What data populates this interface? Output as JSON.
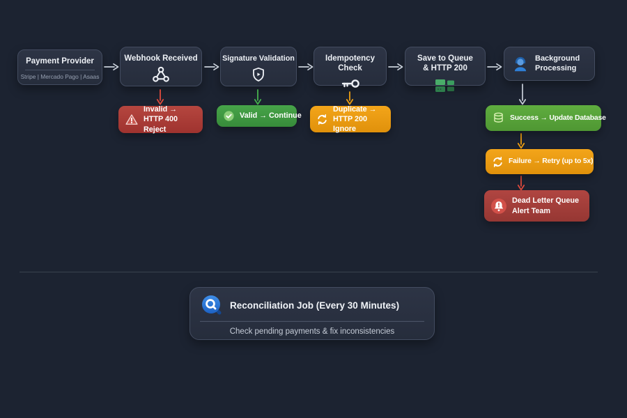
{
  "flow": {
    "nodes": [
      {
        "title": "Payment Provider",
        "subtitle": "Stripe | Mercado Pago | Asaas"
      },
      {
        "title": "Webhook Received",
        "icon": "webhook-icon"
      },
      {
        "title": "Signature Validation",
        "icon": "shield-check-icon"
      },
      {
        "title": "Idempotency Check",
        "icon": "key-icon"
      },
      {
        "title": "Save to Queue & HTTP 200",
        "icon": "queue-server-icon"
      },
      {
        "title": "Background Processing",
        "icon": "worker-icon"
      }
    ],
    "outcomes": [
      {
        "label": "Invalid → HTTP 400 Reject",
        "icon": "warning-triangle-icon",
        "color": "#a73a34"
      },
      {
        "label": "Valid → Continue",
        "icon": "check-circle-icon",
        "color": "#3f9a42"
      },
      {
        "label": "Duplicate → HTTP 200 Ignore",
        "icon": "refresh-icon",
        "color": "#ea9b12"
      },
      {
        "label": "Success → Update Database",
        "icon": "database-icon",
        "color": "#57a339"
      },
      {
        "label": "Failure → Retry (up to 5x)",
        "icon": "refresh-icon",
        "color": "#ea9b12"
      },
      {
        "label": "Dead Letter Queue Alert Team",
        "icon": "alert-bell-icon",
        "color": "#a43e3a"
      }
    ],
    "reconciliation": {
      "title": "Reconciliation Job (Every 30 Minutes)",
      "subtitle": "Check pending payments & fix inconsistencies",
      "icon": "magnifier-icon"
    }
  },
  "colors": {
    "background": "#1c2331",
    "node_fill": "#2a3140",
    "node_border": "#434c60",
    "arrow_gray": "#c9d0da",
    "arrow_red": "#e14b3d",
    "arrow_green": "#47b24e",
    "arrow_orange": "#f0a011",
    "badge_red": "#a73a34",
    "badge_green": "#3f9a42",
    "badge_orange": "#ea9b12",
    "badge_success_green": "#57a339",
    "accent_blue": "#2f86e8"
  }
}
